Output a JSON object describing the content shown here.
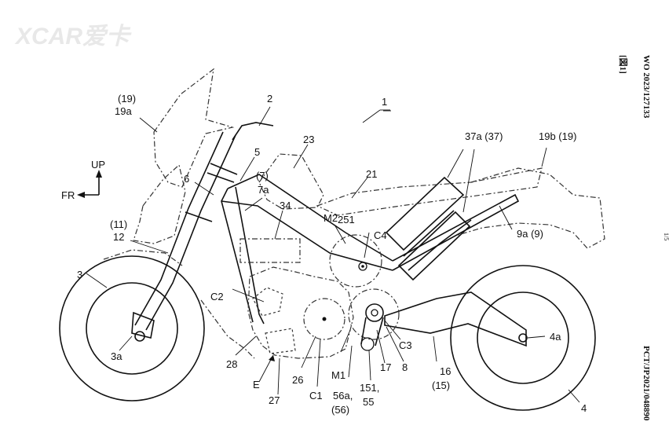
{
  "watermark": "XCAR爱卡",
  "figure_label": "[図1]",
  "side_header_pub": "WO 2023/127133",
  "side_header_app": "PCT/JP2021/048890",
  "side_page_mark": "1/5",
  "labels": {
    "l1": "1",
    "l2": "2",
    "l3": "3",
    "l3a": "3a",
    "l4": "4",
    "l4a": "4a",
    "l5": "5",
    "l6": "6",
    "l7a_top": "(7)",
    "l7a": "7a",
    "l8": "8",
    "l9a": "9a (9)",
    "l11": "(11)",
    "l12": "12",
    "l16": "16",
    "l15": "(15)",
    "l17": "17",
    "l19_top": "(19)",
    "l19a": "19a",
    "l19b": "19b (19)",
    "l21": "21",
    "l23": "23",
    "l26": "26",
    "l27": "27",
    "l28": "28",
    "l34": "34",
    "l37a": "37a (37)",
    "l151": "151,",
    "l55": "55",
    "l251": "251",
    "l56a": "56a,",
    "l56": "(56)",
    "lC1": "C1",
    "lC2": "C2",
    "lC3": "C3",
    "lC4": "C4",
    "lM1": "M1",
    "lM2": "M2",
    "lE": "E",
    "up": "UP",
    "fr": "FR"
  }
}
